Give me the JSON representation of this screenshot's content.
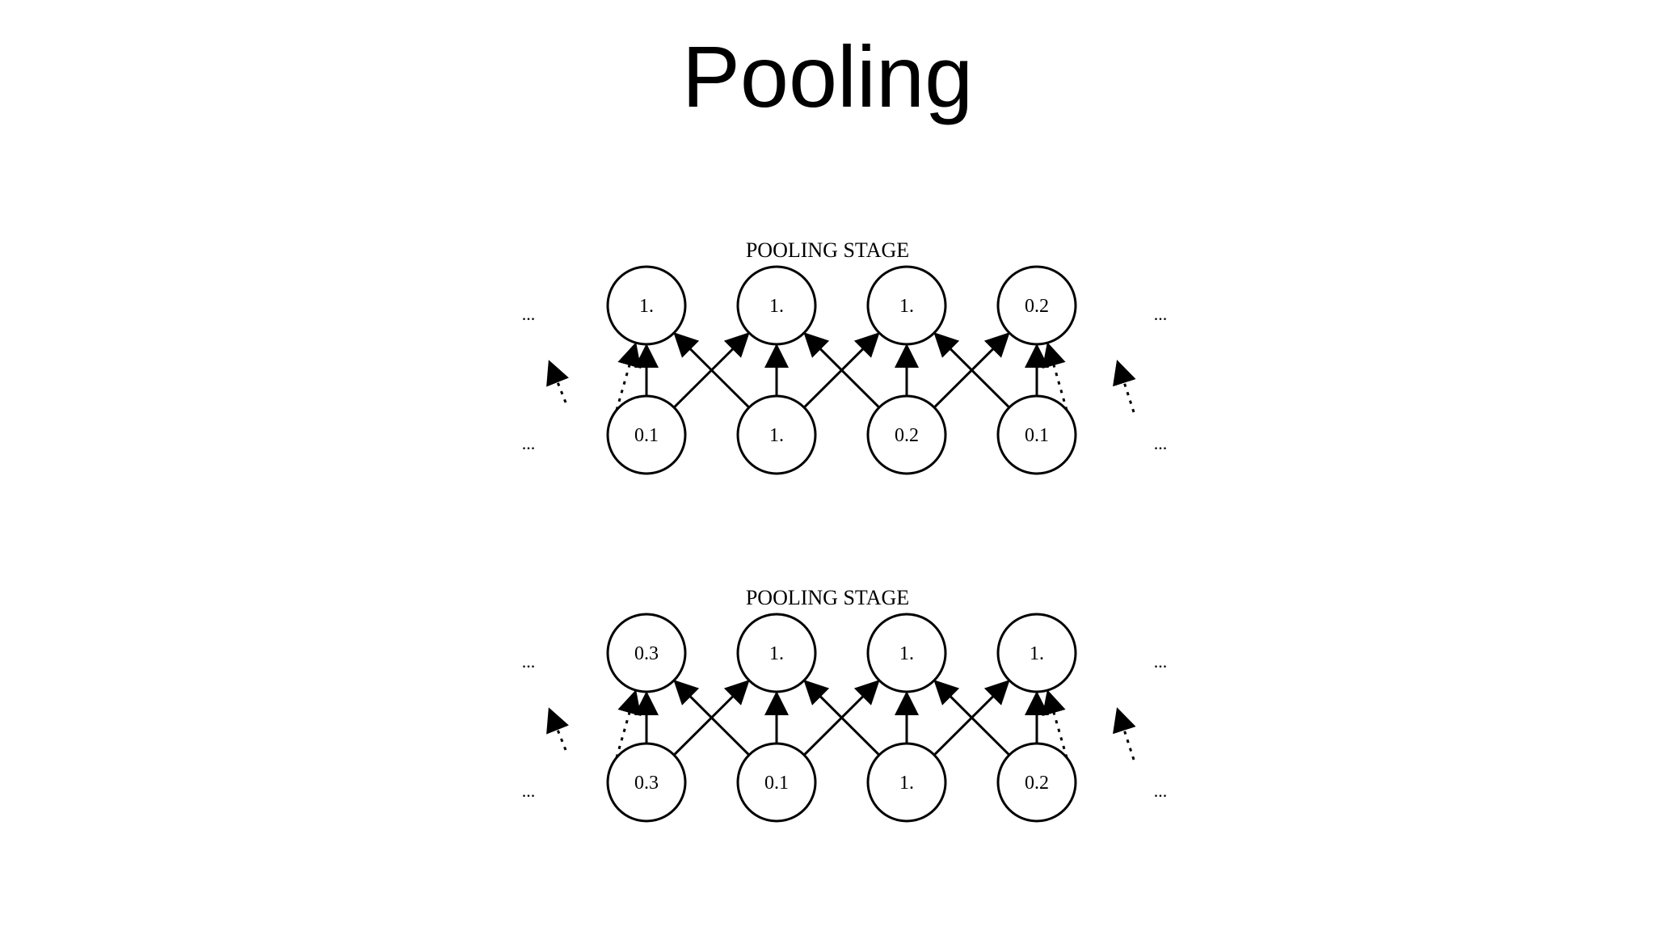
{
  "slide": {
    "title": "Pooling"
  },
  "panels": [
    {
      "stage_label": "POOLING STAGE",
      "top_nodes": [
        "1.",
        "1.",
        "1.",
        "0.2"
      ],
      "bottom_nodes": [
        "0.1",
        "1.",
        "0.2",
        "0.1"
      ],
      "ellipsis": "..."
    },
    {
      "stage_label": "POOLING STAGE",
      "top_nodes": [
        "0.3",
        "1.",
        "1.",
        "1."
      ],
      "bottom_nodes": [
        "0.3",
        "0.1",
        "1.",
        "0.2"
      ],
      "ellipsis": "..."
    }
  ]
}
